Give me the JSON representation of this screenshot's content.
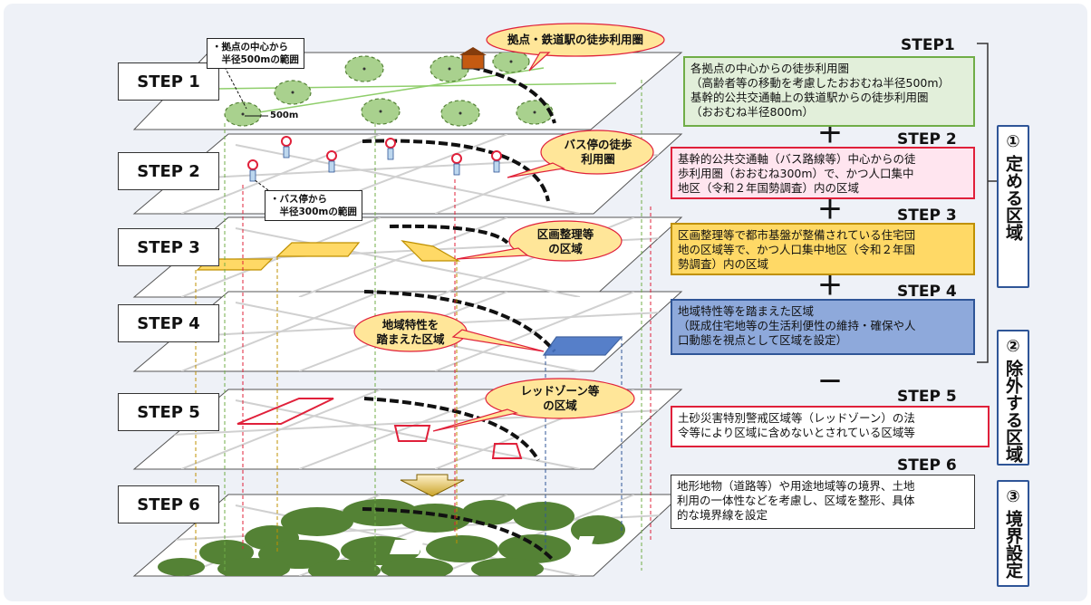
{
  "steps": [
    {
      "label": "STEP 1",
      "head": "STEP1",
      "desc": "各拠点の中心からの徒歩利用圏\n（高齢者等の移動を考慮したおおむね半径500m）\n基幹的公共交通軸上の鉄道駅からの徒歩利用圏\n（おおむね半径800m）",
      "bubble": "拠点・鉄道駅の徒歩利用圏"
    },
    {
      "label": "STEP 2",
      "head": "STEP 2",
      "desc": "基幹的公共交通軸（バス路線等）中心からの徒\n歩利用圏（おおむね300m）で、かつ人口集中\n地区（令和２年国勢調査）内の区域",
      "bubble": "バス停の徒歩\n利用圏"
    },
    {
      "label": "STEP 3",
      "head": "STEP 3",
      "desc": "区画整理等で都市基盤が整備されている住宅団\n地の区域等で、かつ人口集中地区（令和２年国\n勢調査）内の区域",
      "bubble": "区画整理等\nの区域"
    },
    {
      "label": "STEP 4",
      "head": "STEP 4",
      "desc": "地域特性等を踏まえた区域\n（既成住宅地等の生活利便性の維持・確保や人\n口動態を視点として区域を設定）",
      "bubble": "地域特性を\n踏まえた区域"
    },
    {
      "label": "STEP 5",
      "head": "STEP 5",
      "desc": "土砂災害特別警戒区域等（レッドゾーン）の法\n令等により区域に含めないとされている区域等",
      "bubble": "レッドゾーン等\nの区域"
    },
    {
      "label": "STEP 6",
      "head": "STEP 6",
      "desc": "地形地物（道路等）や用途地域等の境界、土地\n利用の一体性などを考慮し、区域を整形、具体\n的な境界線を設定",
      "bubble": ""
    }
  ],
  "signs": {
    "s2": "＋",
    "s3": "＋",
    "s4": "＋",
    "s5": "－"
  },
  "notes": {
    "n1": "・拠点の中心から\n　半径500mの範囲",
    "n2": "・バス停から\n　半径300mの範囲",
    "dist": "500m",
    "station": "STATION"
  },
  "categories": [
    {
      "num": "①",
      "text": "定める区域"
    },
    {
      "num": "②",
      "text": "除外する区域"
    },
    {
      "num": "③",
      "text": "境界設定"
    }
  ],
  "colors": {
    "green_fill": "#e2efda",
    "green_border": "#70ad47",
    "pink_fill": "#ffe5ef",
    "red_border": "#e0203a",
    "yellow_fill": "#ffd966",
    "yellow_border": "#bf9000",
    "blue_fill": "#8ea9db",
    "blue_border": "#2f5597",
    "bubble_fill": "#ffe699",
    "bubble_border": "#e0203a",
    "forest": "#548235"
  }
}
